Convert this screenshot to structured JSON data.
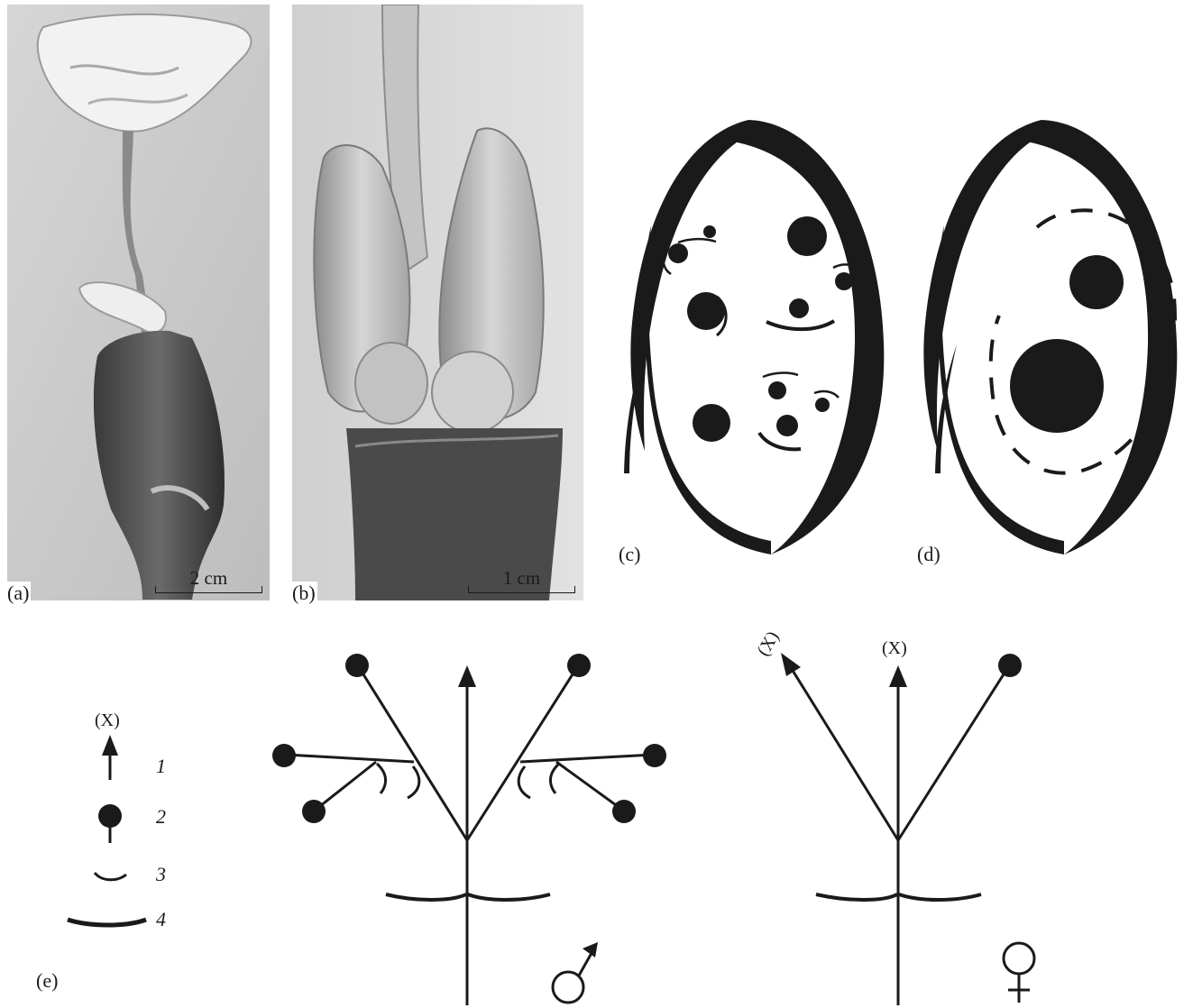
{
  "panels": {
    "a": {
      "label": "(a)",
      "scale": "2 cm"
    },
    "b": {
      "label": "(b)",
      "scale": "1 cm"
    },
    "c": {
      "label": "(c)"
    },
    "d": {
      "label": "(d)"
    },
    "e": {
      "label": "(e)"
    }
  },
  "legend": {
    "items": [
      {
        "num": "1",
        "caption": "(X)",
        "symbol": "arrow-icon"
      },
      {
        "num": "2",
        "symbol": "stamen-dot-icon"
      },
      {
        "num": "3",
        "symbol": "small-bract-arc-icon"
      },
      {
        "num": "4",
        "symbol": "large-bract-arc-icon"
      }
    ]
  },
  "diagram_male": {
    "symbol": "male-symbol-icon"
  },
  "diagram_female": {
    "axis_label_tilted": "(X)",
    "axis_label_center": "(X)",
    "symbol": "female-symbol-icon"
  },
  "colors": {
    "ink": "#1a1a1a",
    "photo_bg": "#d9d9d9"
  }
}
